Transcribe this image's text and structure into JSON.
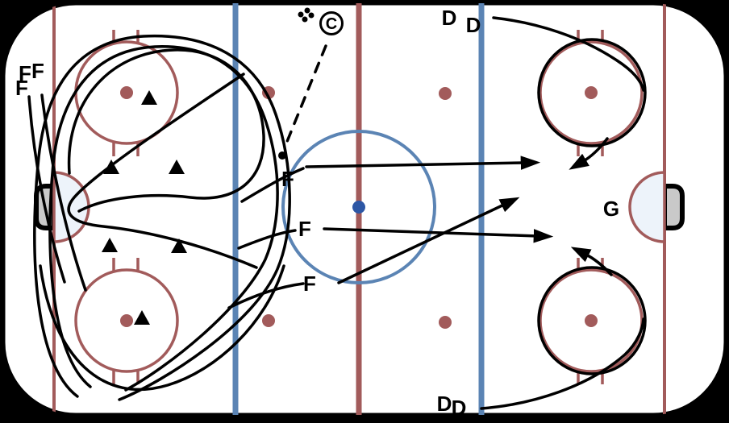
{
  "diagram": {
    "title": "hockey-rink-drill-diagram",
    "labels": {
      "forwards_boards": [
        "F",
        "F",
        "F"
      ],
      "forwards_center": [
        "F",
        "F",
        "F"
      ],
      "defense_top": [
        "D",
        "D"
      ],
      "defense_bottom": [
        "D",
        "D"
      ],
      "goalie": "G",
      "coach": "C"
    },
    "symbols": {
      "coach_symbol": "circled-C",
      "puck_cluster_dot_count": 4,
      "cone_triangle_count": 6,
      "faceoff_circle_count": 4,
      "neutral_zone_dot_count": 4
    },
    "colors": {
      "line_red": "#a25b5b",
      "line_blue": "#5b84b4",
      "center_dot_blue": "#2d57a5",
      "crease_fill": "#edf3fa",
      "goal_fill": "#c9c9c9",
      "path_black": "#000000",
      "ice_white": "#ffffff",
      "background": "#000000"
    }
  }
}
